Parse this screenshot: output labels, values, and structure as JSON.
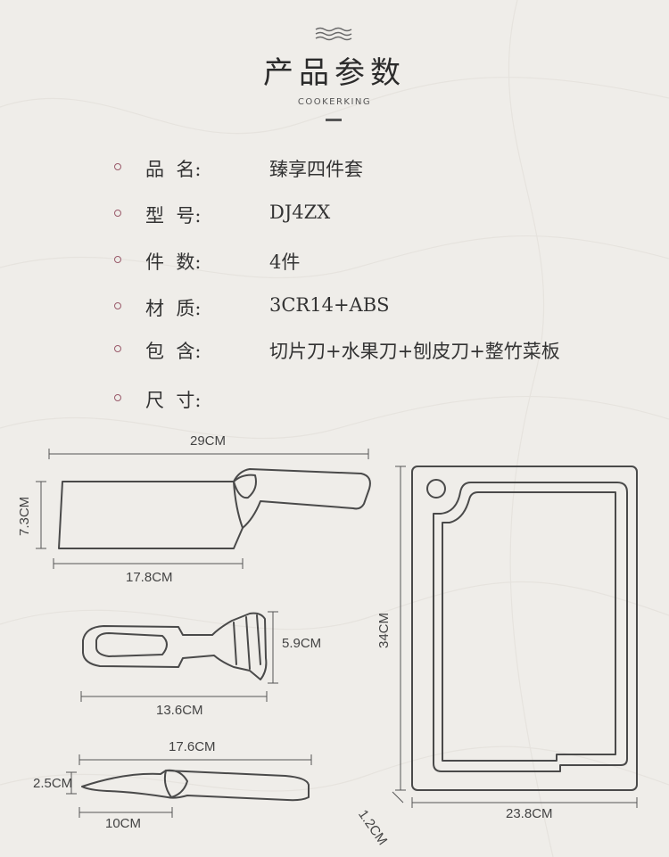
{
  "header": {
    "title": "产品参数",
    "subtitle": "COOKERKING"
  },
  "specs": [
    {
      "label": "品  名:",
      "value": "臻享四件套"
    },
    {
      "label": "型  号:",
      "value": "DJ4ZX"
    },
    {
      "label": "件  数:",
      "value": "4件"
    },
    {
      "label": "材  质:",
      "value": "3CR14+ABS"
    },
    {
      "label": "包  含:",
      "value": "切片刀+水果刀+刨皮刀+整竹菜板"
    },
    {
      "label": "尺  寸:",
      "value": ""
    }
  ],
  "dimensions": {
    "cleaver_length": "29CM",
    "cleaver_height": "7.3CM",
    "cleaver_blade": "17.8CM",
    "peeler_height": "5.9CM",
    "peeler_length": "13.6CM",
    "fruit_knife_length": "17.6CM",
    "fruit_knife_height": "2.5CM",
    "fruit_knife_blade": "10CM",
    "board_height": "34CM",
    "board_width": "23.8CM",
    "board_thickness": "1.2CM"
  },
  "colors": {
    "background": "#efede9",
    "bullet": "#9a5a6a",
    "line": "#4a4a4a"
  }
}
